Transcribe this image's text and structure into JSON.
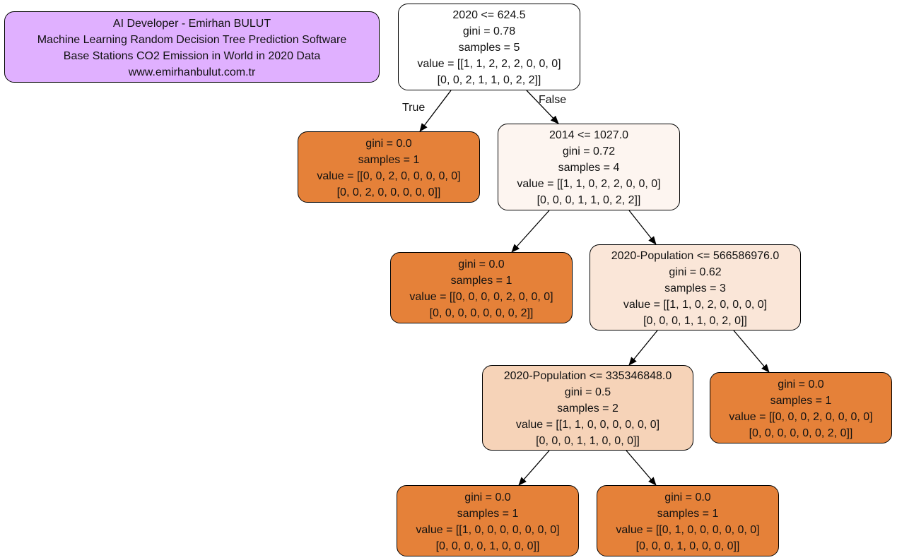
{
  "info_box": {
    "line1": "AI Developer - Emirhan BULUT",
    "line2": "Machine Learning Random Decision Tree Prediction Software",
    "line3": "Base Stations CO2 Emission in World in 2020 Data",
    "line4": "www.emirhanbulut.com.tr",
    "color": "#e0b0ff"
  },
  "edge_labels": {
    "true_label": "True",
    "false_label": "False"
  },
  "nodes": {
    "root": {
      "lines": [
        "2020 <= 624.5",
        "gini = 0.78",
        "samples = 5",
        "value = [[1, 1, 2, 2, 2, 0, 0, 0]",
        "[0, 0, 2, 1, 1, 0, 2, 2]]"
      ],
      "color": "#ffffff"
    },
    "leaf1": {
      "lines": [
        "gini = 0.0",
        "samples = 1",
        "value = [[0, 0, 2, 0, 0, 0, 0, 0]",
        "[0, 0, 2, 0, 0, 0, 0, 0]]"
      ],
      "color": "#e58139"
    },
    "split2": {
      "lines": [
        "2014 <= 1027.0",
        "gini = 0.72",
        "samples = 4",
        "value = [[1, 1, 0, 2, 2, 0, 0, 0]",
        "[0, 0, 0, 1, 1, 0, 2, 2]]"
      ],
      "color": "#fdf5f0"
    },
    "leaf2": {
      "lines": [
        "gini = 0.0",
        "samples = 1",
        "value = [[0, 0, 0, 0, 2, 0, 0, 0]",
        "[0, 0, 0, 0, 0, 0, 0, 2]]"
      ],
      "color": "#e58139"
    },
    "split3": {
      "lines": [
        "2020-Population <= 566586976.0",
        "gini = 0.62",
        "samples = 3",
        "value = [[1, 1, 0, 2, 0, 0, 0, 0]",
        "[0, 0, 0, 1, 1, 0, 2, 0]]"
      ],
      "color": "#fae6d8"
    },
    "split4": {
      "lines": [
        "2020-Population <= 335346848.0",
        "gini = 0.5",
        "samples = 2",
        "value = [[1, 1, 0, 0, 0, 0, 0, 0]",
        "[0, 0, 0, 1, 1, 0, 0, 0]]"
      ],
      "color": "#f6d3b8"
    },
    "leaf3": {
      "lines": [
        "gini = 0.0",
        "samples = 1",
        "value = [[0, 0, 0, 2, 0, 0, 0, 0]",
        "[0, 0, 0, 0, 0, 0, 2, 0]]"
      ],
      "color": "#e58139"
    },
    "leaf4": {
      "lines": [
        "gini = 0.0",
        "samples = 1",
        "value = [[1, 0, 0, 0, 0, 0, 0, 0]",
        "[0, 0, 0, 0, 1, 0, 0, 0]]"
      ],
      "color": "#e58139"
    },
    "leaf5": {
      "lines": [
        "gini = 0.0",
        "samples = 1",
        "value = [[0, 1, 0, 0, 0, 0, 0, 0]",
        "[0, 0, 0, 1, 0, 0, 0, 0]]"
      ],
      "color": "#e58139"
    }
  }
}
